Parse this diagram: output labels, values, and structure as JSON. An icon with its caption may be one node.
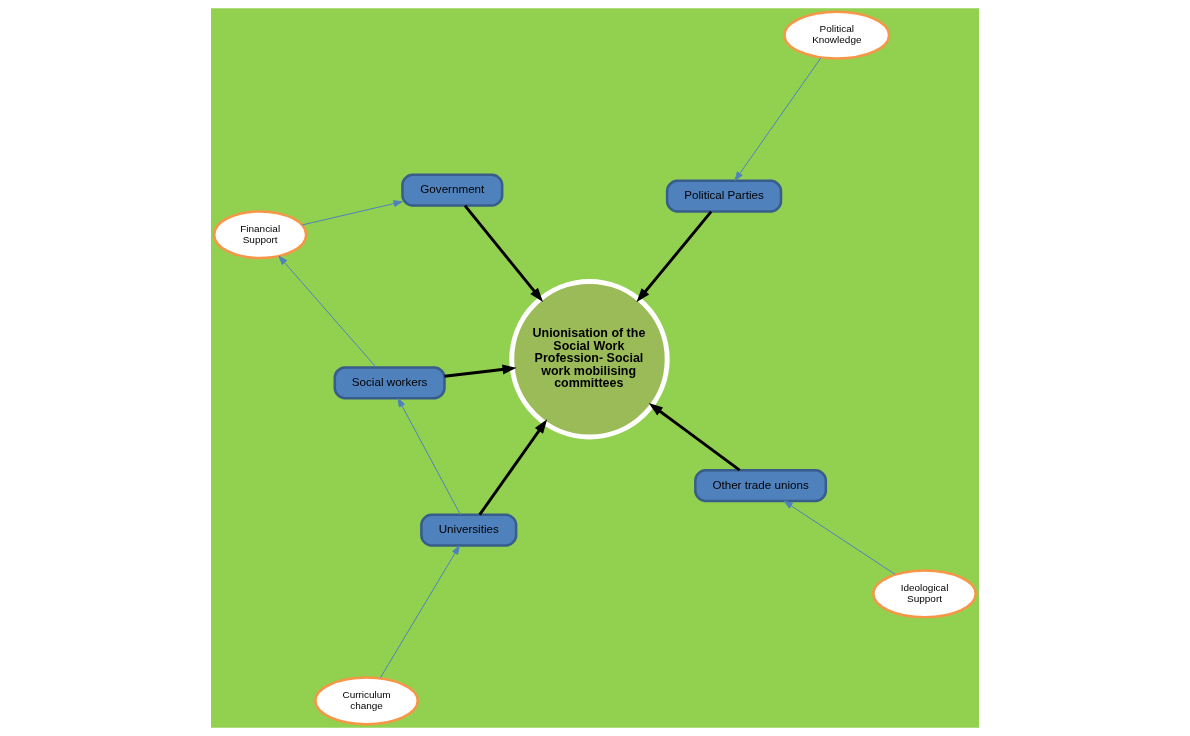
{
  "diagram": {
    "nodes": [
      {
        "text": [
          "Unionisation of the Social Work Profession- Social work mobilising committees"
        ]
      },
      {
        "text": [
          "Ideological Support"
        ]
      },
      {
        "text": [
          "Other trade unions"
        ]
      },
      {
        "text": [
          "Government"
        ]
      },
      {
        "text": [
          "Political Knowledge"
        ]
      },
      {
        "text": [
          "Financial Support"
        ]
      },
      {
        "text": [
          "Social workers"
        ]
      },
      {
        "text": [
          "Political Parties"
        ]
      },
      {
        "text": [
          "Curriculum change"
        ]
      },
      {
        "text": [
          "Universities"
        ]
      }
    ],
    "edges": [
      {
        "from": 1,
        "to": 2,
        "arrow": "to"
      },
      {
        "from": 2,
        "to": 0,
        "arrow": "to",
        "style": "thick",
        "color": "#000000"
      },
      {
        "from": 3,
        "to": 0,
        "arrow": "to",
        "style": "thick",
        "color": "#000000"
      },
      {
        "from": 5,
        "to": 3,
        "arrow": "to"
      },
      {
        "from": 4,
        "to": 7,
        "arrow": "to"
      },
      {
        "from": 6,
        "to": 5,
        "arrow": "to"
      },
      {
        "from": 7,
        "to": 0,
        "arrow": "to",
        "style": "thick",
        "color": "#000000"
      },
      {
        "from": 6,
        "to": 0,
        "arrow": "to",
        "style": "thick",
        "color": "#000000"
      },
      {
        "from": 9,
        "to": 0,
        "arrow": "to",
        "style": "thick",
        "color": "#000000"
      },
      {
        "from": 8,
        "to": 9,
        "arrow": "to"
      },
      {
        "from": 9,
        "to": 6,
        "arrow": "to"
      }
    ]
  }
}
